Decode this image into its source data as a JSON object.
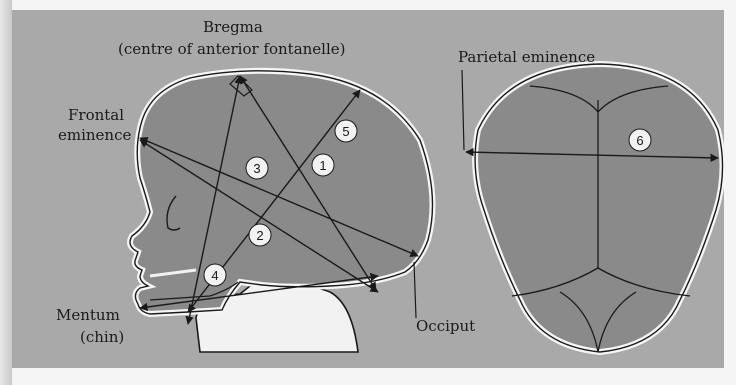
{
  "labels": {
    "bregma": "Bregma",
    "bregma_sub": "(centre of anterior fontanelle)",
    "frontal_1": "Frontal",
    "frontal_2": "eminence",
    "mentum_1": "Mentum",
    "mentum_2": "(chin)",
    "occiput": "Occiput",
    "parietal": "Parietal eminence"
  },
  "diameters": [
    "1",
    "2",
    "3",
    "4",
    "5",
    "6"
  ],
  "colors": {
    "background": "#a9a9a9",
    "skull_fill": "#8a8a8a",
    "outline": "#1a1a1a",
    "marker_fill": "#f2f2f2"
  }
}
